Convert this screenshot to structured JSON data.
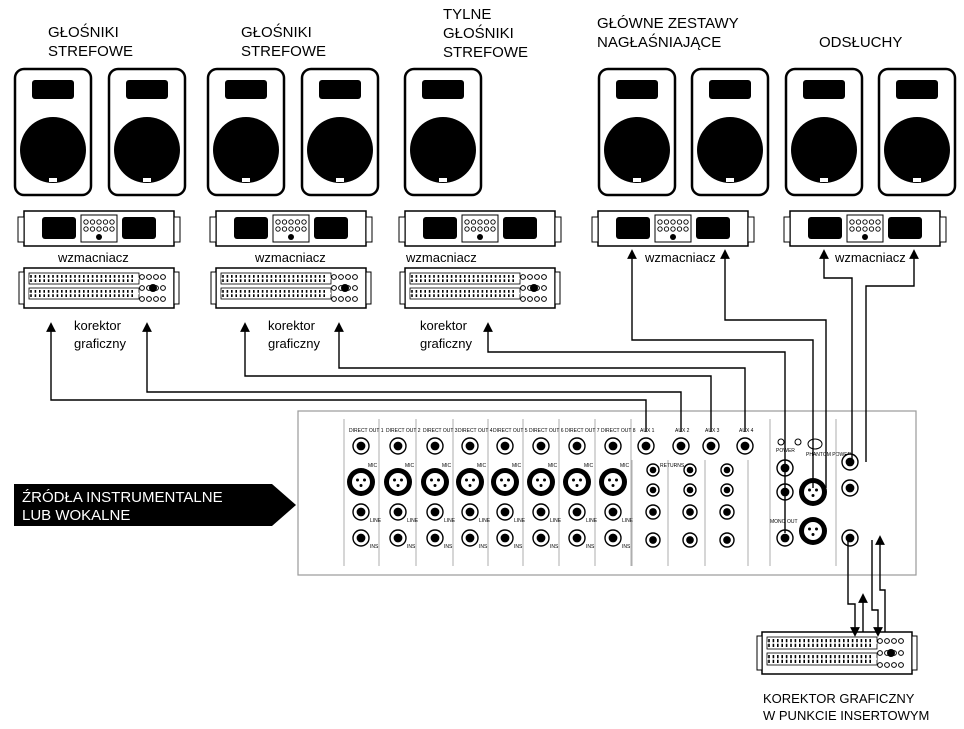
{
  "groups": [
    {
      "title_lines": [
        "GŁOŚNIKI",
        "STREFOWE"
      ],
      "amp_label": "wzmacniacz",
      "eq_label_lines": [
        "korektor",
        "graficzny"
      ]
    },
    {
      "title_lines": [
        "GŁOŚNIKI",
        "STREFOWE"
      ],
      "amp_label": "wzmacniacz",
      "eq_label_lines": [
        "korektor",
        "graficzny"
      ]
    },
    {
      "title_lines": [
        "TYLNE",
        "GŁOŚNIKI",
        "STREFOWE"
      ],
      "amp_label": "wzmacniacz",
      "eq_label_lines": [
        "korektor",
        "graficzny"
      ]
    },
    {
      "title_lines": [
        "GŁÓWNE ZESTAWY",
        "NAGŁAŚNIAJĄCE"
      ],
      "amp_label": "wzmacniacz"
    },
    {
      "title_lines": [
        "ODSŁUCHY"
      ],
      "amp_label": "wzmacniacz"
    }
  ],
  "source": {
    "lines": [
      "ŹRÓDŁA INSTRUMENTALNE",
      "LUB WOKALNE"
    ]
  },
  "insert_eq": {
    "lines": [
      "KOREKTOR GRAFICZNY",
      "W PUNKCIE INSERTOWYM"
    ]
  },
  "mixer": {
    "direct_outs": [
      "DIRECT OUT 1",
      "DIRECT OUT 2",
      "DIRECT OUT 3",
      "DIRECT OUT 4",
      "DIRECT OUT 5",
      "DIRECT OUT 6",
      "DIRECT OUT 7",
      "DIRECT OUT 8"
    ],
    "aux_labels": [
      "AUX 1",
      "AUX 2",
      "AUX 3",
      "AUX 4"
    ],
    "mic_label": "MIC",
    "line_label": "LINE",
    "ins_label": "INS",
    "returns_label": "RETURNS",
    "mono_out": "MONO OUT",
    "power": "POWER",
    "phantom": "PHANTOM POWER"
  }
}
